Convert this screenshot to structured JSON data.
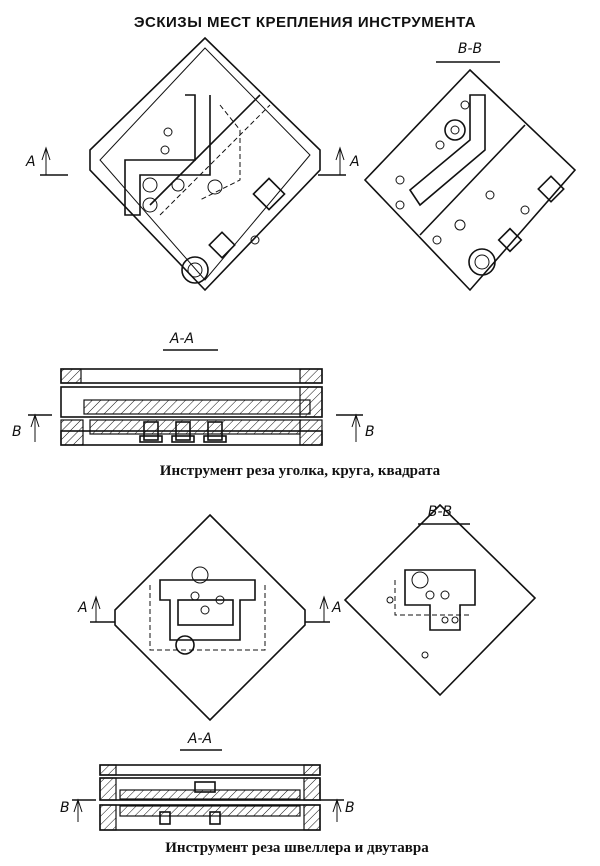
{
  "title": "ЭСКИЗЫ МЕСТ КРЕПЛЕНИЯ ИНСТРУМЕНТА",
  "figure1": {
    "section_bb_label": "В-В",
    "section_aa_label": "А-А",
    "cut_a_left": "А",
    "cut_a_right": "А",
    "cut_b_left": "В",
    "cut_b_right": "В",
    "caption": "Инструмент реза уголка, круга, квадрата"
  },
  "figure2": {
    "section_bb_label": "В-В",
    "section_aa_label": "А-А",
    "cut_a_left": "А",
    "cut_a_right": "А",
    "cut_b_left": "В",
    "cut_b_right": "В",
    "caption": "Инструмент реза швеллера и двутавра"
  }
}
